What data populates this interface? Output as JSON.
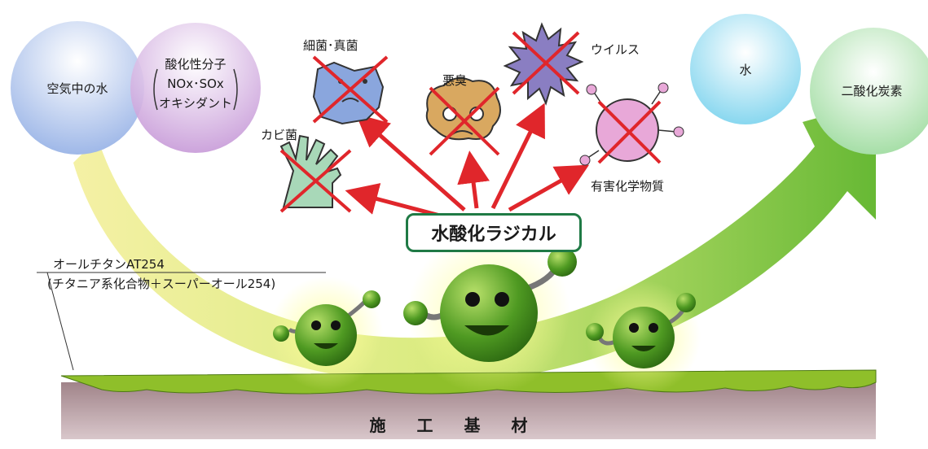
{
  "labels": {
    "air_water": "空気中の水",
    "oxidants_title": "酸化性分子",
    "oxidants_line1": "NOx･SOx",
    "oxidants_line2": "オキシダント",
    "bacteria": "細菌･真菌",
    "odor": "悪臭",
    "virus": "ウイルス",
    "mold": "カビ菌",
    "chemicals": "有害化学物質",
    "radical": "水酸化ラジカル",
    "out_water": "水",
    "co2": "二酸化炭素",
    "product_line1": "オールチタンAT254",
    "product_line2": "(チタニア系化合物＋スーパーオール254)",
    "substrate": "施工基材"
  },
  "colors": {
    "arrow": "#9ccf3c",
    "radical_border": "#1f7a45",
    "red_arrow": "#e0262b",
    "cross": "#e0262b",
    "coating": "#8fbf2a",
    "substrate": "#8a6a70"
  }
}
